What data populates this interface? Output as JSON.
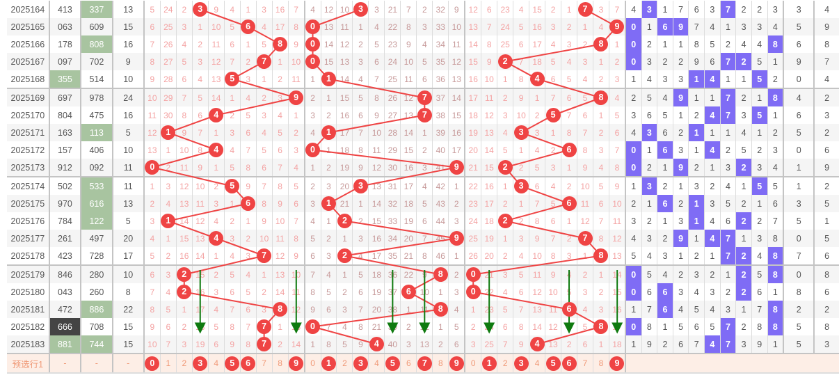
{
  "colors": {
    "hit": "#ef4444",
    "dist_highlight": "#7f6cf5",
    "green_highlight": "#a8c4a0",
    "dark_highlight": "#444444",
    "arrow": "#0f7a0f"
  },
  "rows": [
    {
      "period": "2025164",
      "n1": "413",
      "n2": "337",
      "sum": "13",
      "n1_mark": "",
      "n2_mark": "green",
      "g1": [
        5,
        24,
        2,
        "3",
        9,
        4,
        1,
        3,
        16,
        7
      ],
      "g2": [
        4,
        12,
        10,
        "3",
        3,
        21,
        7,
        2,
        32,
        9
      ],
      "g3": [
        12,
        6,
        23,
        4,
        15,
        2,
        1,
        "7",
        3,
        7
      ],
      "dist": [
        4,
        "3",
        1,
        7,
        6,
        3,
        "7",
        2,
        2,
        3
      ],
      "a": "3",
      "b": "4"
    },
    {
      "period": "2025165",
      "n1": "063",
      "n2": "609",
      "sum": "15",
      "n1_mark": "",
      "n2_mark": "",
      "g1": [
        6,
        25,
        3,
        1,
        10,
        5,
        "6",
        4,
        17,
        8
      ],
      "g2": [
        "0",
        13,
        11,
        1,
        4,
        22,
        8,
        3,
        33,
        10
      ],
      "g3": [
        13,
        7,
        24,
        5,
        16,
        3,
        2,
        1,
        4,
        "9"
      ],
      "dist": [
        "0",
        1,
        "6",
        "9",
        7,
        4,
        1,
        3,
        3,
        4
      ],
      "a": "5",
      "b": "9"
    },
    {
      "period": "2025166",
      "n1": "178",
      "n2": "808",
      "sum": "16",
      "n1_mark": "",
      "n2_mark": "green",
      "g1": [
        7,
        26,
        4,
        2,
        11,
        6,
        1,
        5,
        "8",
        9
      ],
      "g2": [
        "0",
        14,
        12,
        2,
        5,
        23,
        9,
        4,
        34,
        11
      ],
      "g3": [
        14,
        8,
        25,
        6,
        17,
        4,
        3,
        2,
        "8",
        1
      ],
      "dist": [
        "0",
        2,
        1,
        1,
        8,
        5,
        2,
        4,
        4,
        "8"
      ],
      "a": "6",
      "b": "8"
    },
    {
      "period": "2025167",
      "n1": "097",
      "n2": "702",
      "sum": "9",
      "n1_mark": "",
      "n2_mark": "",
      "g1": [
        8,
        27,
        5,
        3,
        12,
        7,
        2,
        "7",
        1,
        10
      ],
      "g2": [
        "0",
        15,
        13,
        3,
        6,
        24,
        10,
        5,
        35,
        12
      ],
      "g3": [
        15,
        9,
        "2",
        7,
        18,
        5,
        4,
        3,
        1,
        2
      ],
      "dist": [
        "0",
        3,
        2,
        2,
        9,
        6,
        "7",
        "2",
        5,
        1
      ],
      "a": "9",
      "b": "7"
    },
    {
      "period": "2025168",
      "n1": "355",
      "n2": "514",
      "sum": "10",
      "n1_mark": "green",
      "n2_mark": "",
      "g1": [
        9,
        28,
        6,
        4,
        13,
        "5",
        3,
        1,
        2,
        11
      ],
      "g2": [
        1,
        "1",
        14,
        4,
        7,
        25,
        11,
        6,
        36,
        13
      ],
      "g3": [
        16,
        10,
        1,
        8,
        "4",
        6,
        5,
        4,
        2,
        3
      ],
      "dist": [
        1,
        4,
        3,
        3,
        "1",
        "4",
        1,
        1,
        "5",
        2
      ],
      "a": "0",
      "b": "4"
    },
    {
      "period": "2025169",
      "n1": "697",
      "n2": "978",
      "sum": "24",
      "n1_mark": "",
      "n2_mark": "",
      "g1": [
        10,
        29,
        7,
        5,
        14,
        1,
        4,
        2,
        3,
        "9"
      ],
      "g2": [
        2,
        1,
        15,
        5,
        8,
        26,
        12,
        "7",
        37,
        14
      ],
      "g3": [
        17,
        11,
        2,
        9,
        1,
        7,
        6,
        5,
        "8",
        4
      ],
      "dist": [
        2,
        5,
        4,
        "9",
        1,
        1,
        "7",
        2,
        1,
        "8"
      ],
      "a": "4",
      "b": "2"
    },
    {
      "period": "2025170",
      "n1": "804",
      "n2": "475",
      "sum": "16",
      "n1_mark": "",
      "n2_mark": "",
      "g1": [
        11,
        30,
        8,
        6,
        "4",
        2,
        5,
        3,
        4,
        1
      ],
      "g2": [
        3,
        2,
        16,
        6,
        9,
        27,
        13,
        "7",
        38,
        15
      ],
      "g3": [
        18,
        12,
        3,
        10,
        2,
        "5",
        7,
        6,
        1,
        5
      ],
      "dist": [
        3,
        6,
        5,
        1,
        2,
        "4",
        "7",
        3,
        "5",
        1
      ],
      "a": "6",
      "b": "3"
    },
    {
      "period": "2025171",
      "n1": "163",
      "n2": "113",
      "sum": "5",
      "n1_mark": "",
      "n2_mark": "green",
      "g1": [
        12,
        "1",
        9,
        7,
        1,
        3,
        6,
        4,
        5,
        2
      ],
      "g2": [
        4,
        "1",
        17,
        7,
        10,
        28,
        14,
        1,
        39,
        16
      ],
      "g3": [
        19,
        13,
        4,
        "3",
        3,
        1,
        8,
        7,
        2,
        6
      ],
      "dist": [
        4,
        "3",
        6,
        2,
        "1",
        1,
        1,
        4,
        1,
        2
      ],
      "a": "5",
      "b": "2"
    },
    {
      "period": "2025172",
      "n1": "157",
      "n2": "406",
      "sum": "10",
      "n1_mark": "",
      "n2_mark": "",
      "g1": [
        13,
        1,
        10,
        8,
        "4",
        4,
        7,
        5,
        6,
        3
      ],
      "g2": [
        "0",
        1,
        18,
        8,
        11,
        29,
        15,
        2,
        40,
        17
      ],
      "g3": [
        20,
        14,
        5,
        1,
        4,
        2,
        "6",
        8,
        3,
        7
      ],
      "dist": [
        "0",
        1,
        "6",
        3,
        1,
        "4",
        2,
        5,
        2,
        3
      ],
      "a": "0",
      "b": "6"
    },
    {
      "period": "2025173",
      "n1": "912",
      "n2": "092",
      "sum": "11",
      "n1_mark": "",
      "n2_mark": "",
      "g1": [
        "0",
        2,
        11,
        9,
        1,
        5,
        8,
        6,
        7,
        4
      ],
      "g2": [
        1,
        2,
        19,
        9,
        12,
        30,
        16,
        3,
        41,
        "9"
      ],
      "g3": [
        21,
        15,
        "2",
        2,
        5,
        3,
        1,
        9,
        4,
        8
      ],
      "dist": [
        "0",
        2,
        1,
        "9",
        2,
        1,
        3,
        "2",
        3,
        4
      ],
      "a": "1",
      "b": "9"
    },
    {
      "period": "2025174",
      "n1": "502",
      "n2": "533",
      "sum": "11",
      "n1_mark": "",
      "n2_mark": "green",
      "g1": [
        1,
        3,
        12,
        10,
        2,
        "5",
        9,
        7,
        8,
        5
      ],
      "g2": [
        2,
        3,
        20,
        "3",
        13,
        31,
        17,
        4,
        42,
        1
      ],
      "g3": [
        22,
        16,
        1,
        "3",
        6,
        4,
        2,
        10,
        5,
        9
      ],
      "dist": [
        1,
        "3",
        2,
        1,
        3,
        2,
        4,
        1,
        "5",
        5
      ],
      "a": "1",
      "b": "2"
    },
    {
      "period": "2025175",
      "n1": "970",
      "n2": "616",
      "sum": "13",
      "n1_mark": "",
      "n2_mark": "green",
      "g1": [
        2,
        4,
        13,
        11,
        3,
        1,
        "6",
        8,
        9,
        6
      ],
      "g2": [
        3,
        "1",
        21,
        1,
        14,
        32,
        18,
        5,
        43,
        2
      ],
      "g3": [
        23,
        17,
        2,
        1,
        7,
        5,
        "6",
        11,
        6,
        10
      ],
      "dist": [
        2,
        1,
        "6",
        2,
        "1",
        3,
        5,
        2,
        1,
        6
      ],
      "a": "3",
      "b": "5"
    },
    {
      "period": "2025176",
      "n1": "784",
      "n2": "122",
      "sum": "5",
      "n1_mark": "",
      "n2_mark": "green",
      "g1": [
        3,
        "1",
        14,
        12,
        4,
        2,
        1,
        9,
        10,
        7
      ],
      "g2": [
        4,
        1,
        "2",
        2,
        15,
        33,
        19,
        6,
        44,
        3
      ],
      "g3": [
        24,
        18,
        "2",
        2,
        8,
        6,
        1,
        12,
        7,
        11
      ],
      "dist": [
        3,
        2,
        1,
        3,
        "1",
        4,
        6,
        "2",
        2,
        7
      ],
      "a": "5",
      "b": "1"
    },
    {
      "period": "2025177",
      "n1": "261",
      "n2": "497",
      "sum": "20",
      "n1_mark": "",
      "n2_mark": "",
      "g1": [
        4,
        1,
        15,
        13,
        "4",
        3,
        2,
        10,
        11,
        8
      ],
      "g2": [
        5,
        2,
        1,
        3,
        16,
        34,
        20,
        7,
        45,
        "9"
      ],
      "g3": [
        25,
        19,
        1,
        3,
        9,
        7,
        2,
        "7",
        8,
        12
      ],
      "dist": [
        4,
        3,
        2,
        "9",
        1,
        "4",
        "7",
        1,
        3,
        8
      ],
      "a": "0",
      "b": "5"
    },
    {
      "period": "2025178",
      "n1": "423",
      "n2": "728",
      "sum": "17",
      "n1_mark": "",
      "n2_mark": "",
      "g1": [
        5,
        2,
        16,
        14,
        1,
        4,
        3,
        "7",
        12,
        9
      ],
      "g2": [
        6,
        3,
        "2",
        4,
        17,
        35,
        21,
        8,
        46,
        1
      ],
      "g3": [
        26,
        20,
        2,
        4,
        10,
        8,
        3,
        1,
        "8",
        13
      ],
      "dist": [
        5,
        4,
        3,
        1,
        2,
        1,
        "7",
        "2",
        4,
        "8"
      ],
      "a": "7",
      "b": "6"
    },
    {
      "period": "2025179",
      "n1": "846",
      "n2": "280",
      "sum": "10",
      "n1_mark": "",
      "n2_mark": "",
      "g1": [
        6,
        3,
        "2",
        15,
        2,
        5,
        4,
        1,
        13,
        10
      ],
      "g2": [
        7,
        4,
        1,
        5,
        18,
        36,
        22,
        9,
        "8",
        2
      ],
      "g3": [
        "0",
        21,
        3,
        5,
        11,
        9,
        4,
        2,
        1,
        14
      ],
      "dist": [
        "0",
        5,
        4,
        2,
        3,
        2,
        1,
        "2",
        5,
        "8"
      ],
      "a": "0",
      "b": "8"
    },
    {
      "period": "2025180",
      "n1": "043",
      "n2": "260",
      "sum": "8",
      "n1_mark": "",
      "n2_mark": "",
      "g1": [
        7,
        4,
        "2",
        16,
        3,
        6,
        5,
        2,
        14,
        11
      ],
      "g2": [
        8,
        5,
        2,
        6,
        19,
        37,
        "6",
        10,
        1,
        3
      ],
      "g3": [
        "0",
        22,
        4,
        6,
        12,
        10,
        5,
        3,
        2,
        15
      ],
      "dist": [
        "0",
        6,
        "6",
        3,
        4,
        3,
        2,
        "2",
        6,
        1
      ],
      "a": "8",
      "b": "6"
    },
    {
      "period": "2025181",
      "n1": "472",
      "n2": "886",
      "sum": "22",
      "n1_mark": "",
      "n2_mark": "green",
      "g1": [
        8,
        5,
        1,
        17,
        4,
        7,
        6,
        3,
        "8",
        12
      ],
      "g2": [
        9,
        6,
        3,
        7,
        20,
        38,
        1,
        11,
        "8",
        4
      ],
      "g3": [
        1,
        23,
        5,
        7,
        13,
        11,
        "6",
        4,
        3,
        16
      ],
      "dist": [
        1,
        7,
        "6",
        4,
        5,
        4,
        3,
        1,
        7,
        "8"
      ],
      "a": "2",
      "b": "2"
    },
    {
      "period": "2025182",
      "n1": "666",
      "n2": "708",
      "sum": "15",
      "n1_mark": "dark",
      "n2_mark": "",
      "g1": [
        9,
        6,
        2,
        18,
        5,
        8,
        7,
        "7",
        1,
        13
      ],
      "g2": [
        "0",
        7,
        4,
        8,
        21,
        39,
        2,
        12,
        1,
        5
      ],
      "g3": [
        2,
        24,
        6,
        8,
        14,
        12,
        1,
        5,
        "8",
        17
      ],
      "dist": [
        "0",
        8,
        1,
        5,
        6,
        5,
        "7",
        2,
        8,
        "8"
      ],
      "a": "5",
      "b": "8"
    },
    {
      "period": "2025183",
      "n1": "881",
      "n2": "744",
      "sum": "15",
      "n1_mark": "green",
      "n2_mark": "green",
      "g1": [
        10,
        7,
        3,
        19,
        6,
        9,
        8,
        "7",
        2,
        14
      ],
      "g2": [
        1,
        8,
        5,
        9,
        "4",
        40,
        3,
        13,
        2,
        6
      ],
      "g3": [
        3,
        25,
        7,
        9,
        "4",
        13,
        2,
        6,
        1,
        18
      ],
      "dist": [
        1,
        9,
        2,
        6,
        7,
        "4",
        "7",
        3,
        9,
        1
      ],
      "a": "5",
      "b": "3"
    }
  ],
  "footer": {
    "label": "预选行1",
    "n1": "-",
    "n2": "-",
    "sum": "-",
    "digits": [
      "0",
      "1",
      "2",
      "3",
      "4",
      "5",
      "6",
      "7",
      "8",
      "9"
    ],
    "selected": [
      [
        0,
        3,
        5,
        6,
        9
      ],
      [
        1,
        3,
        5,
        7,
        9
      ],
      [
        1,
        3,
        5,
        6,
        9
      ]
    ]
  },
  "arrows": [
    [
      0,
      3
    ],
    [
      0,
      9
    ],
    [
      1,
      5
    ],
    [
      1,
      7
    ],
    [
      2,
      1
    ],
    [
      2,
      6
    ],
    [
      2,
      9
    ]
  ]
}
